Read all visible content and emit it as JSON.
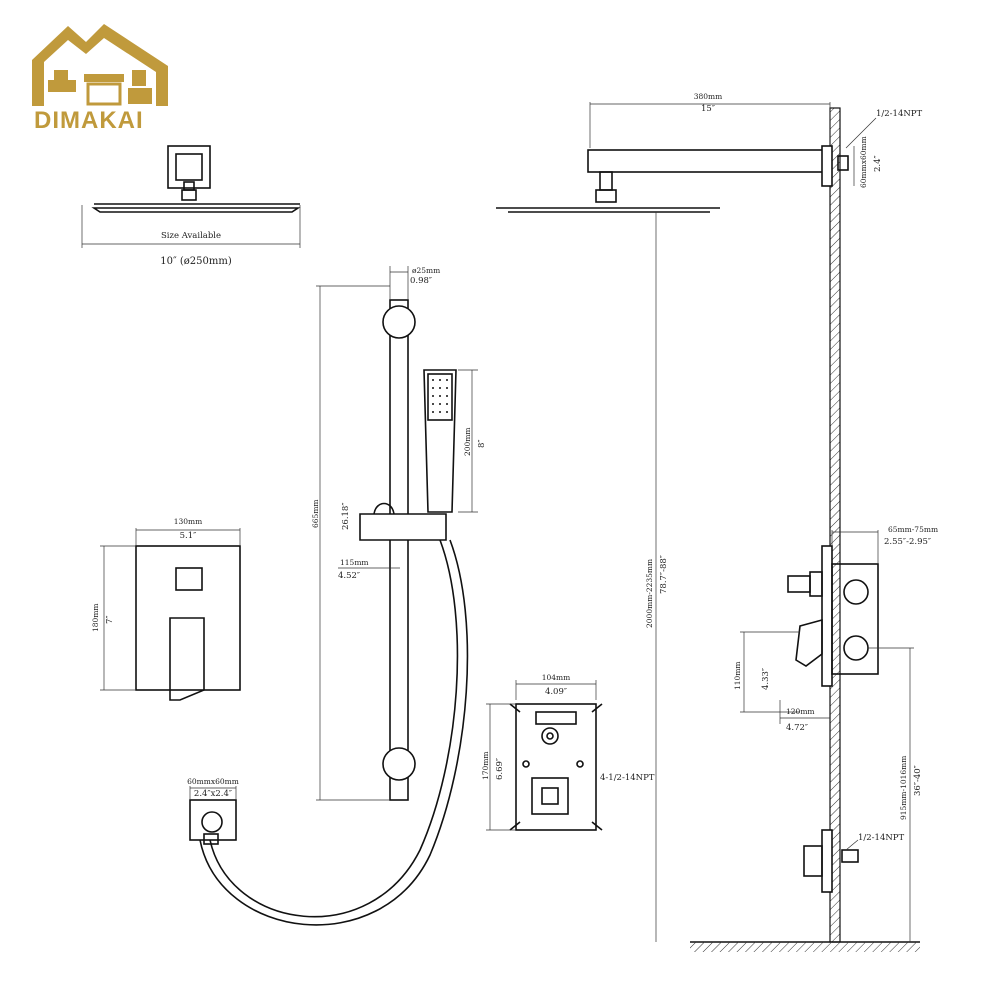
{
  "brand": {
    "name": "DIMAKAI",
    "color": "#C09A3C"
  },
  "head_view": {
    "caption": "Size Available",
    "size_label": "10″ (ø250mm)"
  },
  "arm": {
    "length_mm": "380mm",
    "length_in": "15″",
    "thread": "1/2-14NPT",
    "flange_mm": "60mmx60mm",
    "flange_in": "2.4″"
  },
  "total_height": {
    "mm": "2000mm-2235mm",
    "in": "78.7″-88″"
  },
  "slide_bar": {
    "dia_mm": "ø25mm",
    "dia_in": "0.98″",
    "len_mm": "665mm",
    "len_in": "26.18″",
    "holder_mm": "115mm",
    "holder_in": "4.52″"
  },
  "hand_shower": {
    "len_mm": "200mm",
    "len_in": "8″"
  },
  "outlet": {
    "size_mm": "60mmx60mm",
    "size_in": "2.4″x2.4″"
  },
  "trim_plate": {
    "width_mm": "130mm",
    "width_in": "5.1″",
    "height_mm": "180mm",
    "height_in": "7″"
  },
  "valve_body": {
    "width_mm": "104mm",
    "width_in": "4.09″",
    "height_mm": "170mm",
    "height_in": "6.69″",
    "thread": "4-1/2-14NPT"
  },
  "side_view": {
    "depth_mm": "65mm-75mm",
    "depth_in": "2.55″-2.95″",
    "handle_h_mm": "110mm",
    "handle_h_in": "4.33″",
    "handle_w_mm": "120mm",
    "handle_w_in": "4.72″",
    "valve_h_mm": "915mm-1016mm",
    "valve_h_in": "36″-40″",
    "outlet_thread": "1/2-14NPT"
  }
}
